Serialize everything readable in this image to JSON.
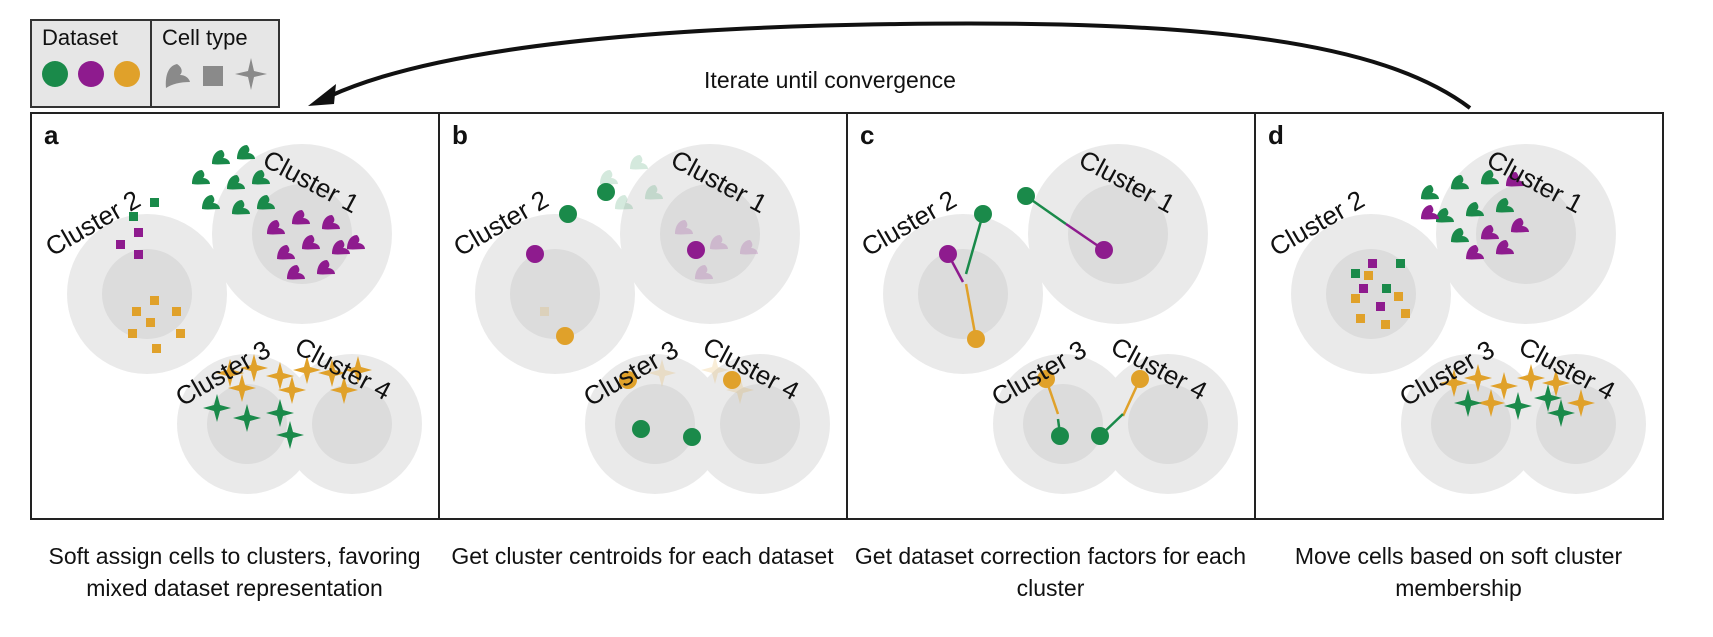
{
  "legend": {
    "dataset_title": "Dataset",
    "celltype_title": "Cell type",
    "colors": [
      "#1a8a4a",
      "#8e1b8e",
      "#e0a12a"
    ],
    "shape_icons": [
      "leaf-shape-icon",
      "square-shape-icon",
      "star-shape-icon"
    ]
  },
  "iterate_label": "Iterate until convergence",
  "panels": [
    {
      "letter": "a",
      "clusters": [
        "Cluster 1",
        "Cluster 2",
        "Cluster 3",
        "Cluster 4"
      ]
    },
    {
      "letter": "b",
      "clusters": [
        "Cluster 1",
        "Cluster 2",
        "Cluster 3",
        "Cluster 4"
      ]
    },
    {
      "letter": "c",
      "clusters": [
        "Cluster 1",
        "Cluster 2",
        "Cluster 3",
        "Cluster 4"
      ]
    },
    {
      "letter": "d",
      "clusters": [
        "Cluster 1",
        "Cluster 2",
        "Cluster 3",
        "Cluster 4"
      ]
    }
  ],
  "captions": [
    "Soft assign cells to clusters, favoring mixed dataset representation",
    "Get cluster centroids for each dataset",
    "Get dataset correction factors for each cluster",
    "Move cells based on soft cluster membership"
  ],
  "colors": {
    "green": "#1a8a4a",
    "purple": "#8e1b8e",
    "yellow": "#e0a12a",
    "border": "#222222"
  }
}
